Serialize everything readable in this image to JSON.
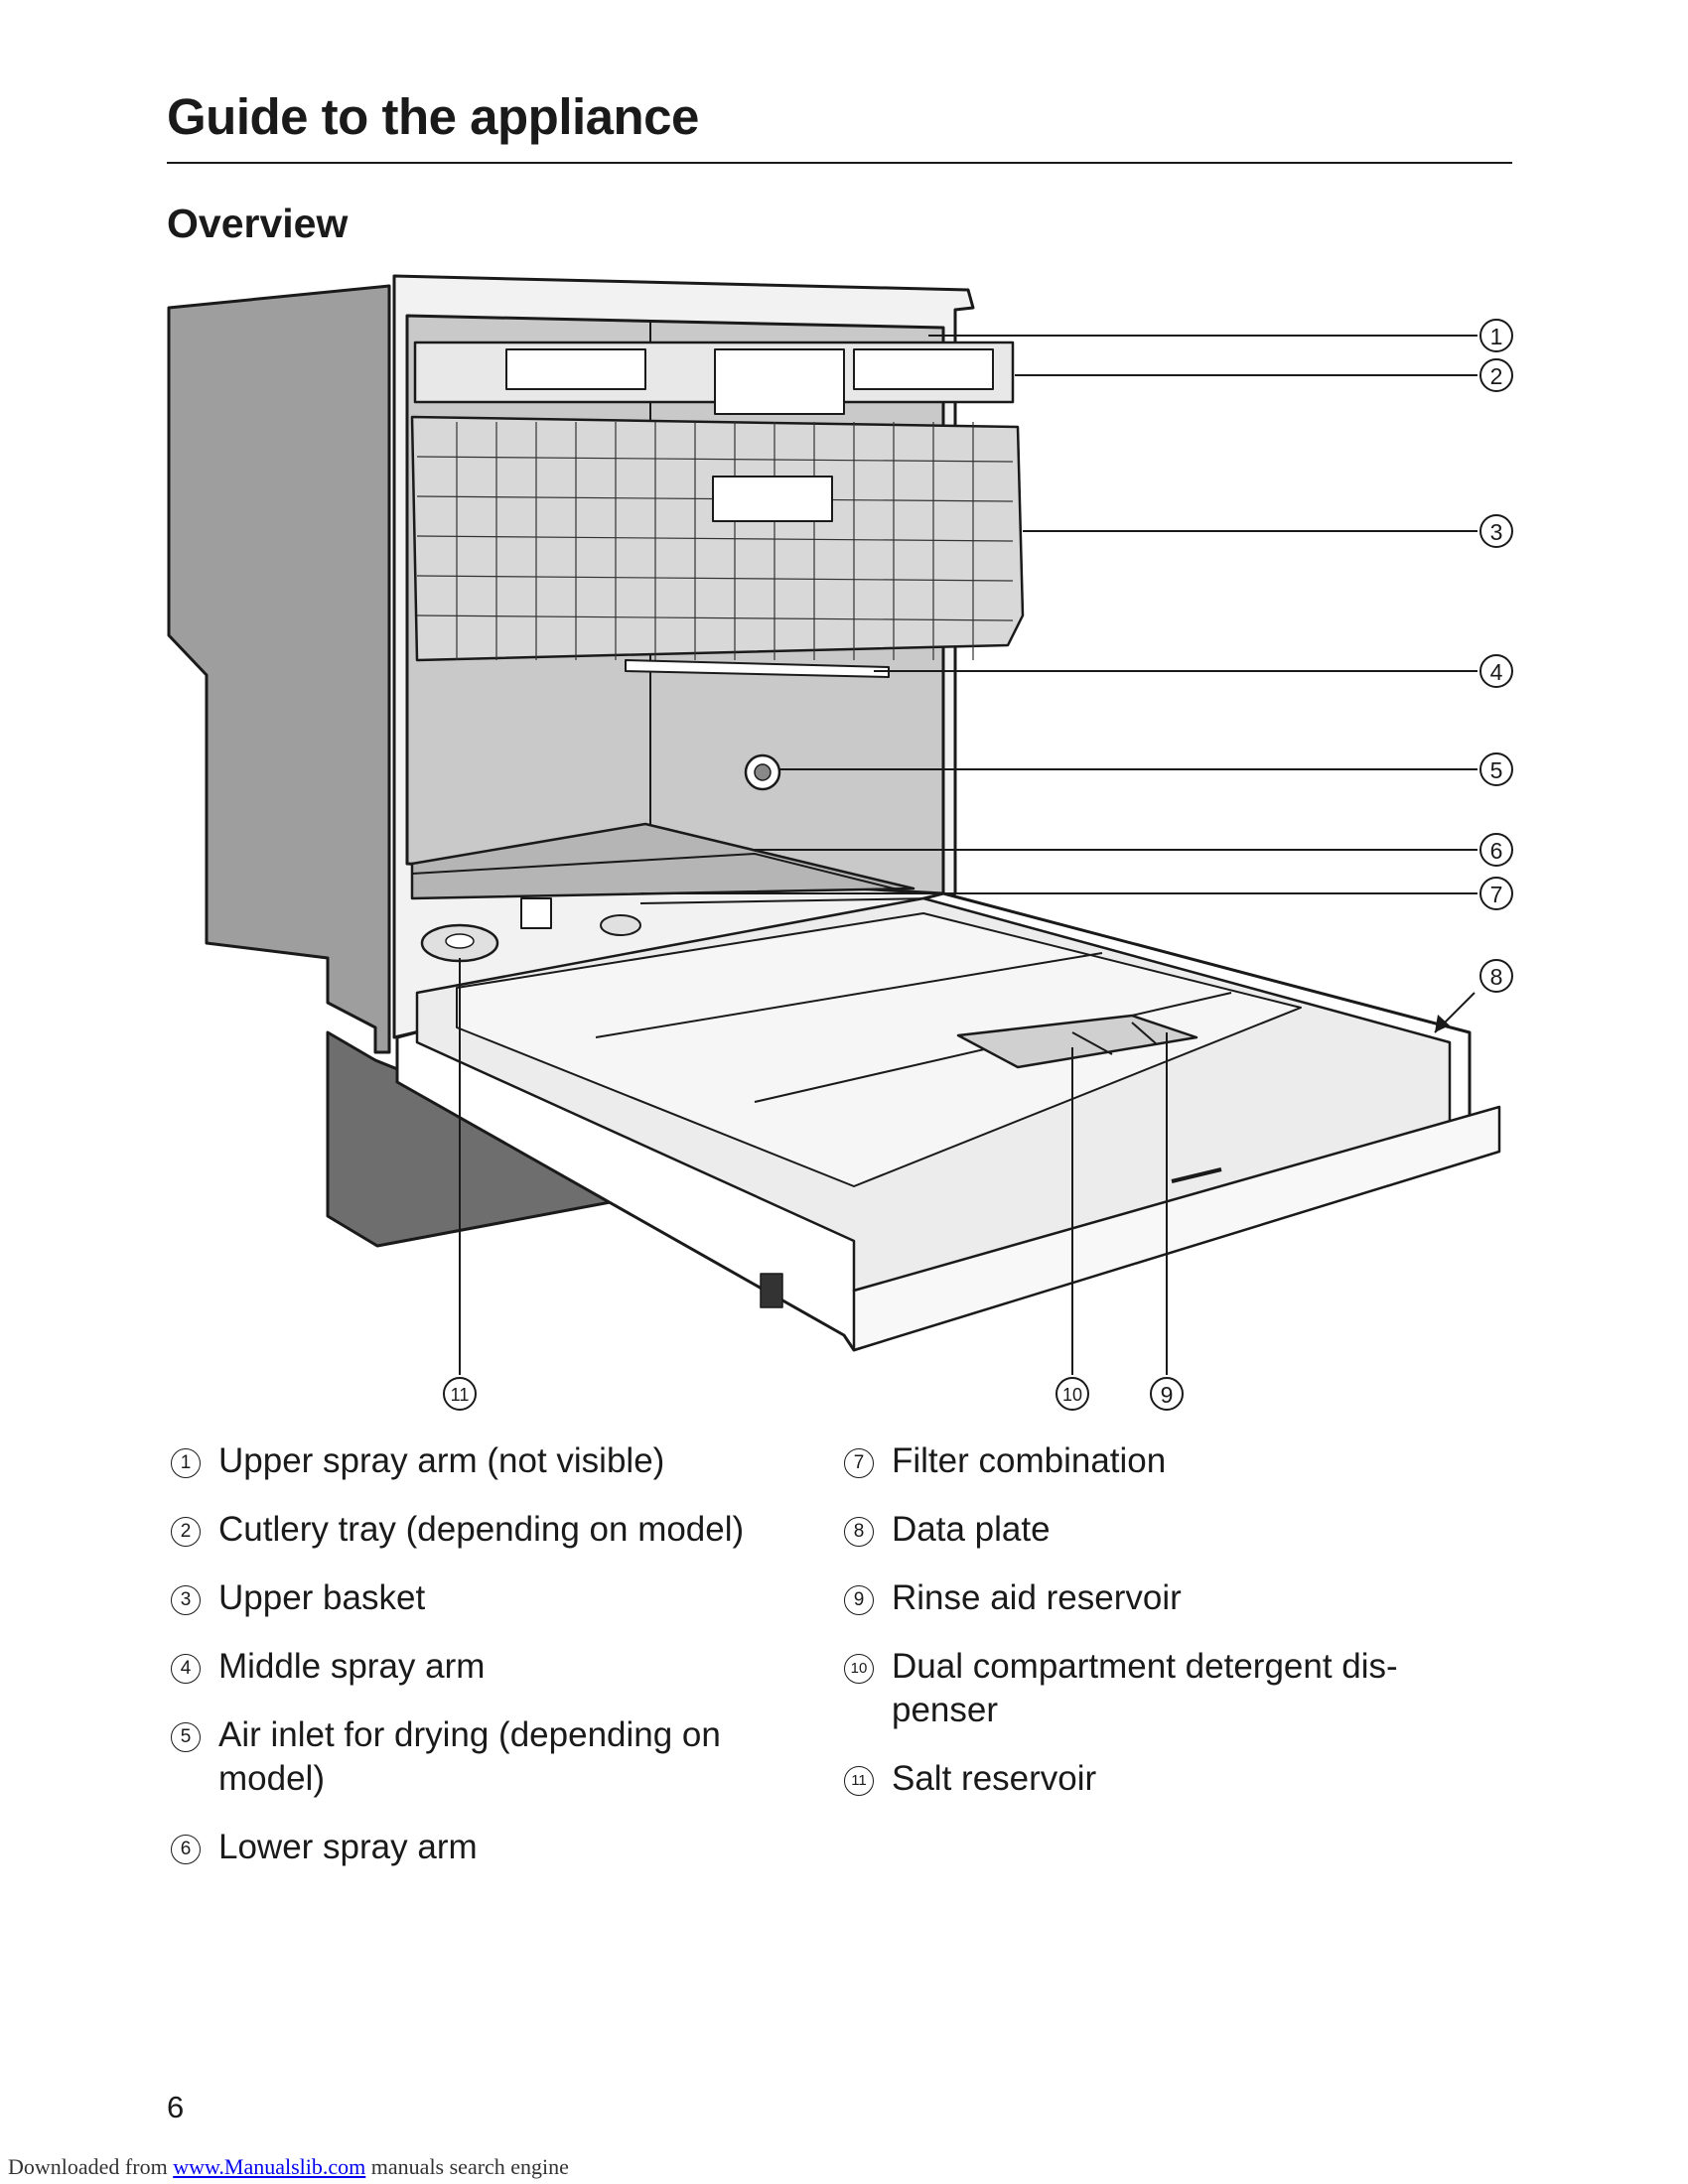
{
  "header": {
    "title": "Guide to the appliance",
    "subtitle": "Overview"
  },
  "figure": {
    "callouts": [
      "1",
      "2",
      "3",
      "4",
      "5",
      "6",
      "7",
      "8",
      "9",
      "10",
      "11"
    ]
  },
  "legend": {
    "left": [
      {
        "num": "1",
        "text": "Upper spray arm (not visible)"
      },
      {
        "num": "2",
        "text": "Cutlery tray (depending on model)"
      },
      {
        "num": "3",
        "text": "Upper basket"
      },
      {
        "num": "4",
        "text": "Middle spray arm"
      },
      {
        "num": "5",
        "text": "Air inlet for drying (depending on model)"
      },
      {
        "num": "6",
        "text": "Lower spray arm"
      }
    ],
    "right": [
      {
        "num": "7",
        "text": "Filter combination"
      },
      {
        "num": "8",
        "text": "Data plate"
      },
      {
        "num": "9",
        "text": "Rinse aid reservoir"
      },
      {
        "num": "10",
        "text": "Dual compartment detergent dis-penser"
      },
      {
        "num": "11",
        "text": "Salt reservoir"
      }
    ]
  },
  "page_number": "6",
  "footer": {
    "prefix": "Downloaded from ",
    "link": "www.Manualslib.com",
    "suffix": " manuals search engine"
  }
}
